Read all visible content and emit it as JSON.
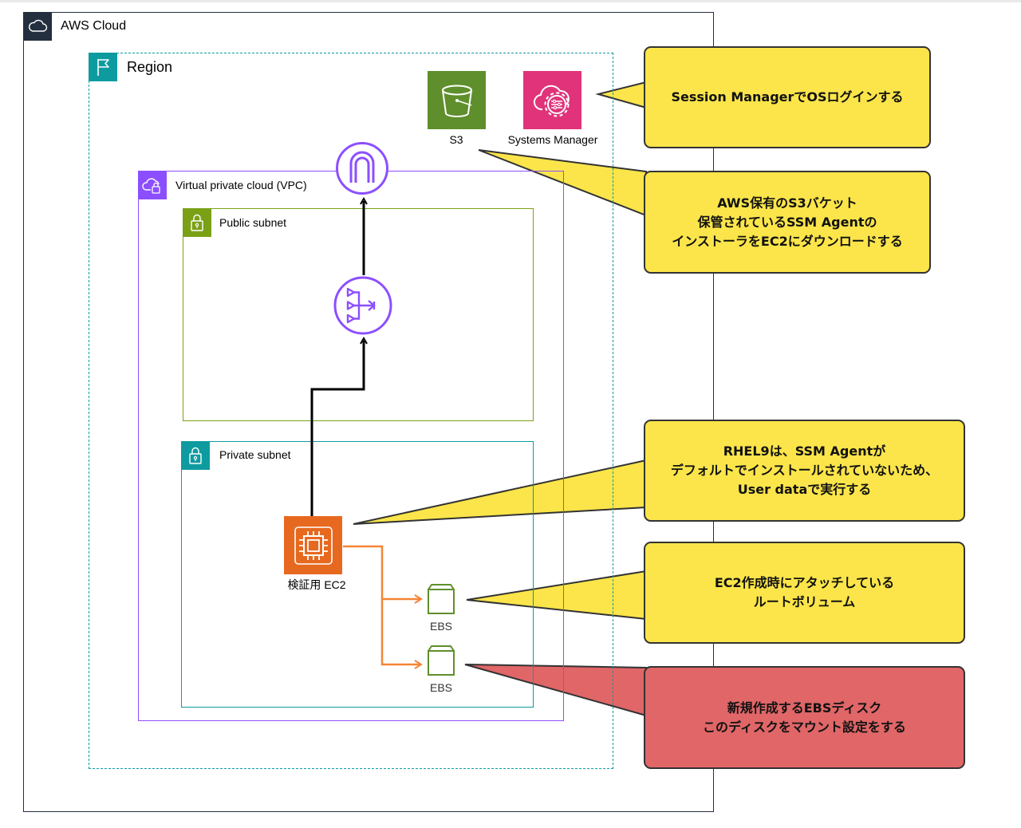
{
  "groups": {
    "aws_cloud": "AWS Cloud",
    "region": "Region",
    "vpc": "Virtual private cloud (VPC)",
    "public_subnet": "Public subnet",
    "private_subnet": "Private subnet"
  },
  "services": {
    "s3": "S3",
    "systems_manager": "Systems Manager",
    "ec2": "検証用 EC2",
    "ebs_1": "EBS",
    "ebs_2": "EBS"
  },
  "callouts": [
    {
      "lines": [
        "Session ManagerでOSログインする"
      ],
      "color": "#fbe54a"
    },
    {
      "lines": [
        "AWS保有のS3バケット",
        "保管されているSSM Agentの",
        "インストーラをEC2にダウンロードする"
      ],
      "color": "#fbe54a"
    },
    {
      "lines": [
        "RHEL9は、SSM Agentが",
        "デフォルトでインストールされていないため、",
        "User dataで実行する"
      ],
      "color": "#fbe54a"
    },
    {
      "lines": [
        "EC2作成時にアタッチしている",
        "ルートボリューム"
      ],
      "color": "#fbe54a"
    },
    {
      "lines": [
        "新規作成するEBSディスク",
        "このディスクをマウント設定をする"
      ],
      "color": "#e06668"
    }
  ],
  "colors": {
    "aws_cloud": "#232f3e",
    "region": "#0e9ba0",
    "vpc": "#8c4fff",
    "public_subnet": "#7aa116",
    "private_subnet": "#0e9ba0",
    "s3": "#5f8f2c",
    "systems_manager": "#e0337a",
    "ec2": "#e7691f",
    "ebs": "#5f8f2c",
    "ebs_link": "#f58536",
    "callout_yellow": "#fbe54a",
    "callout_red": "#e06668"
  },
  "icons": {
    "aws_cloud": "cloud-icon",
    "region": "flag-icon",
    "vpc": "vpc-cloud-icon",
    "subnet": "lock-icon",
    "s3": "bucket-icon",
    "systems_manager": "systems-manager-icon",
    "ec2": "chip-icon",
    "igw": "internet-gateway-icon",
    "nat": "nat-gateway-icon",
    "ebs": "volume-icon"
  }
}
